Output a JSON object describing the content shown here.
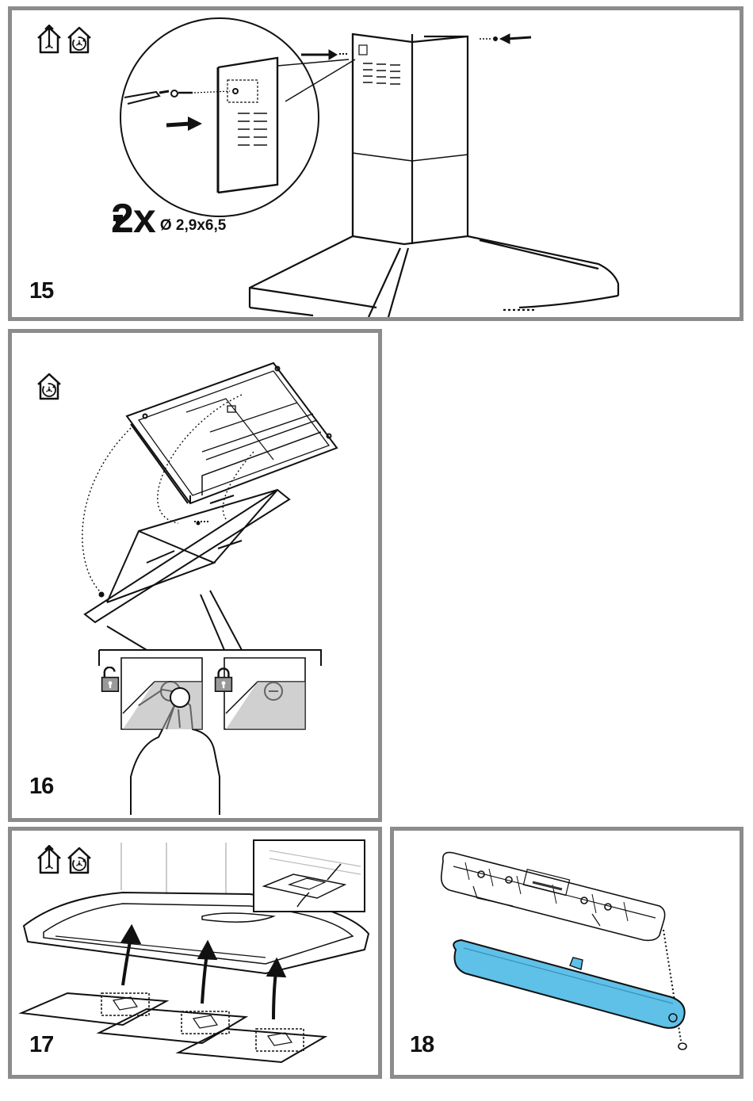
{
  "steps": [
    {
      "number": "15",
      "icons": [
        "ducted-mode-icon",
        "recirculation-mode-icon"
      ],
      "screw_qty": "2x",
      "screw_size": "Ø 2,9x6,5"
    },
    {
      "number": "16",
      "icons": [
        "recirculation-mode-icon"
      ]
    },
    {
      "number": "17",
      "icons": [
        "ducted-mode-icon",
        "recirculation-mode-icon"
      ]
    },
    {
      "number": "18",
      "icons": []
    }
  ],
  "colors": {
    "border": "#8c8c8c",
    "filter_highlight": "#5fc0e8",
    "filter_shade": "#a9a9a9"
  }
}
